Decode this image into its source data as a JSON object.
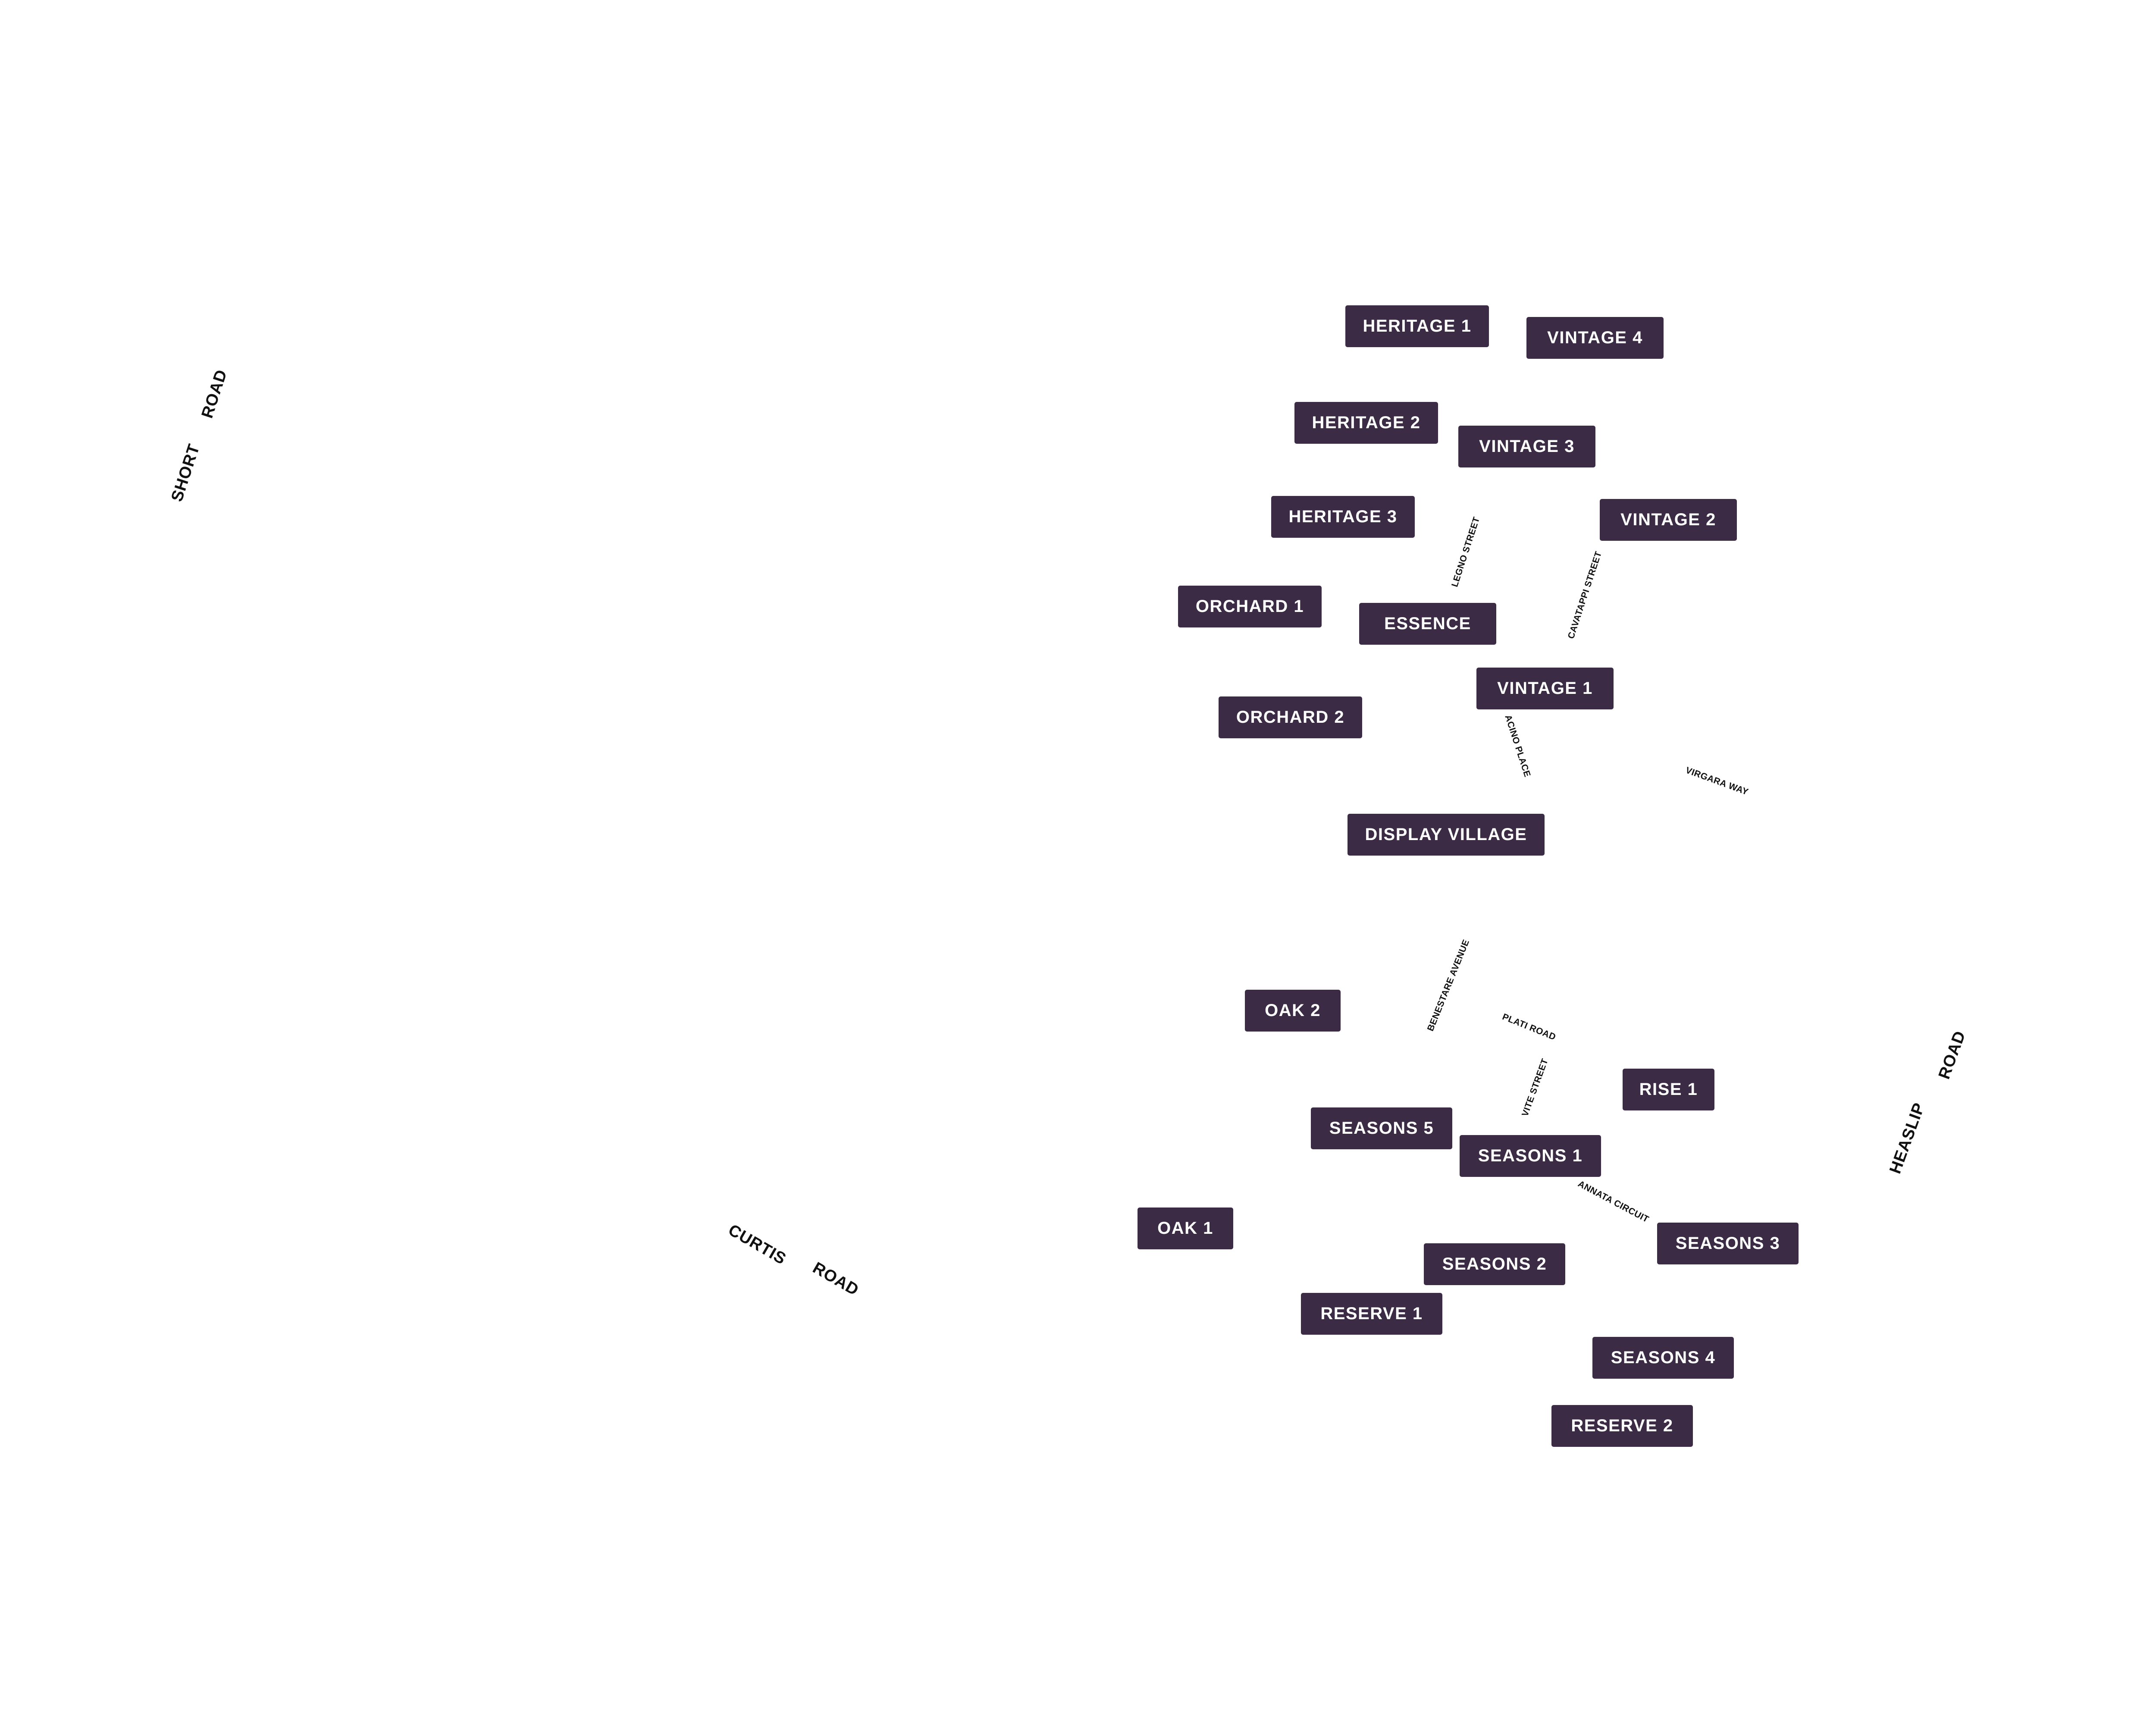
{
  "map": {
    "label_color": "#3b2b45",
    "label_text_color": "#ffffff",
    "road_text_color": "#111111"
  },
  "stages": {
    "heritage_1": "HERITAGE 1",
    "vintage_4": "VINTAGE 4",
    "heritage_2": "HERITAGE 2",
    "vintage_3": "VINTAGE 3",
    "heritage_3": "HERITAGE 3",
    "vintage_2": "VINTAGE 2",
    "orchard_1": "ORCHARD 1",
    "essence": "ESSENCE",
    "vintage_1": "VINTAGE 1",
    "orchard_2": "ORCHARD 2",
    "display_village": "DISPLAY VILLAGE",
    "oak_2": "OAK 2",
    "rise_1": "RISE 1",
    "seasons_5": "SEASONS 5",
    "seasons_1": "SEASONS 1",
    "oak_1": "OAK 1",
    "seasons_3": "SEASONS 3",
    "seasons_2": "SEASONS 2",
    "reserve_1": "RESERVE 1",
    "seasons_4": "SEASONS 4",
    "reserve_2": "RESERVE 2"
  },
  "roads": {
    "short": "SHORT",
    "short_road": "ROAD",
    "curtis": "CURTIS",
    "curtis_road": "ROAD",
    "heaslip": "HEASLIP",
    "heaslip_road": "ROAD",
    "legno_street": "LEGNO STREET",
    "cavatappi_street": "CAVATAPPI STREET",
    "acino_place": "ACINO PLACE",
    "virgara_way": "VIRGARA WAY",
    "benestare_avenue": "BENESTARE AVENUE",
    "plati_road": "PLATI ROAD",
    "vite_street": "VITE STREET",
    "annata_circuit": "ANNATA CIRCUIT"
  }
}
